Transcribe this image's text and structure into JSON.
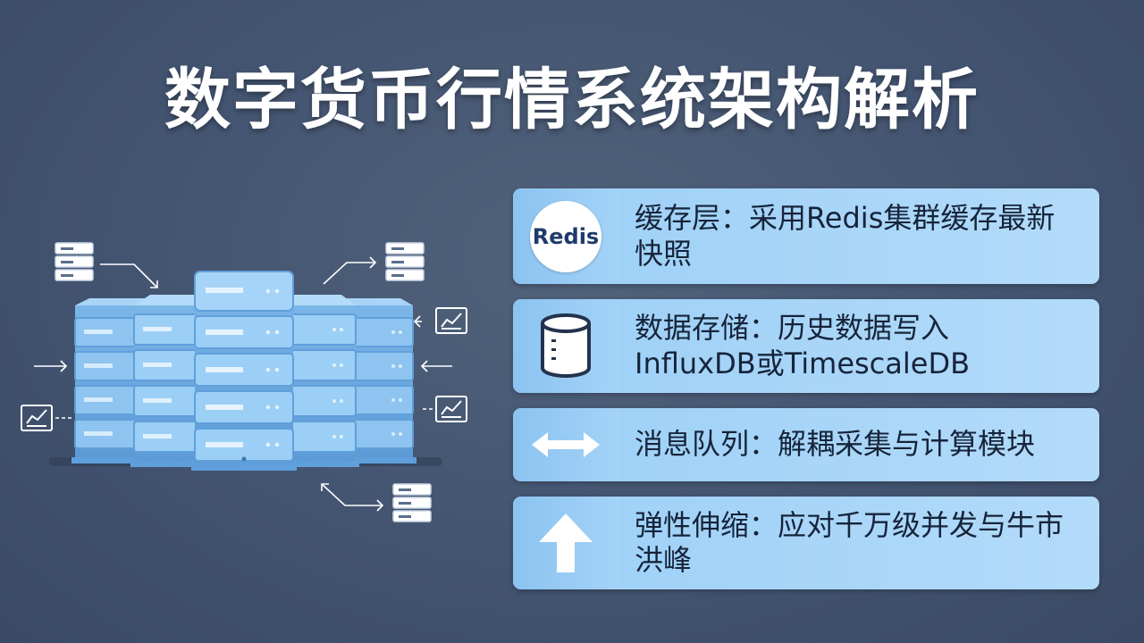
{
  "title": "数字货币行情系统架构解析",
  "panels": [
    {
      "icon": "redis-logo-icon",
      "badge": "Redis",
      "text": "缓存层：采用Redis集群缓存最新快照"
    },
    {
      "icon": "database-cylinder-icon",
      "text": "数据存储：历史数据写入InfluxDB或TimescaleDB"
    },
    {
      "icon": "double-arrow-icon",
      "text": "消息队列：解耦采集与计算模块"
    },
    {
      "icon": "up-arrow-icon",
      "text": "弹性伸缩：应对千万级并发与牛市洪峰"
    }
  ],
  "colors": {
    "background": "#46577a",
    "panel": "#a9d6f8",
    "server_face": "#8ec4ef",
    "server_dark": "#5f9fdb",
    "text_dark": "#16243a"
  }
}
